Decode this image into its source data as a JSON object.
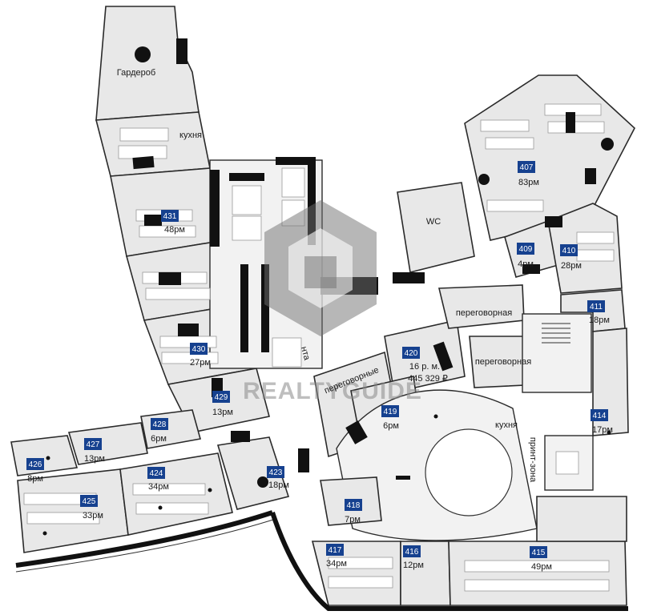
{
  "watermark": {
    "text": "REALTYGUIDE"
  },
  "offices": [
    {
      "id": "401",
      "number": "431",
      "capacity": "48рм"
    },
    {
      "id": "402",
      "number": "430",
      "capacity": "27рм"
    },
    {
      "id": "403",
      "number": "429",
      "capacity": "13рм"
    },
    {
      "id": "404",
      "number": "428",
      "capacity": "6рм"
    },
    {
      "id": "405",
      "number": "427",
      "capacity": "13рм"
    },
    {
      "id": "406",
      "number": "426",
      "capacity": "8рм"
    },
    {
      "id": "407",
      "number": "425",
      "capacity": "33рм"
    },
    {
      "id": "408",
      "number": "424",
      "capacity": "34рм"
    },
    {
      "id": "409",
      "number": "423",
      "capacity": "18рм"
    },
    {
      "id": "410",
      "number": "418",
      "capacity": "7рм"
    },
    {
      "id": "411",
      "number": "417",
      "capacity": "34рм"
    },
    {
      "id": "412",
      "number": "416",
      "capacity": "12рм"
    },
    {
      "id": "413",
      "number": "415",
      "capacity": "49рм"
    },
    {
      "id": "414",
      "number": "414",
      "capacity": "17рм"
    },
    {
      "id": "415",
      "number": "411",
      "capacity": "18рм"
    },
    {
      "id": "416",
      "number": "410",
      "capacity": "28рм"
    },
    {
      "id": "417",
      "number": "409",
      "capacity": "4рм"
    },
    {
      "id": "418",
      "number": "407",
      "capacity": "83рм"
    },
    {
      "id": "419",
      "number": "419",
      "capacity": "6рм"
    },
    {
      "id": "420",
      "number": "420",
      "capacity": "16 р. м.",
      "price": "445 329 ₽"
    }
  ],
  "labels": {
    "wardrobe": "Гардероб",
    "kitchen_top": "кухня",
    "wc": "WC",
    "meeting_room_1": "переговорная",
    "meeting_room_2": "переговорная",
    "meeting_rooms": "переговорные",
    "kitchen_center": "кухня",
    "print_zone": "принт-зона",
    "reception_partial": "нта"
  }
}
